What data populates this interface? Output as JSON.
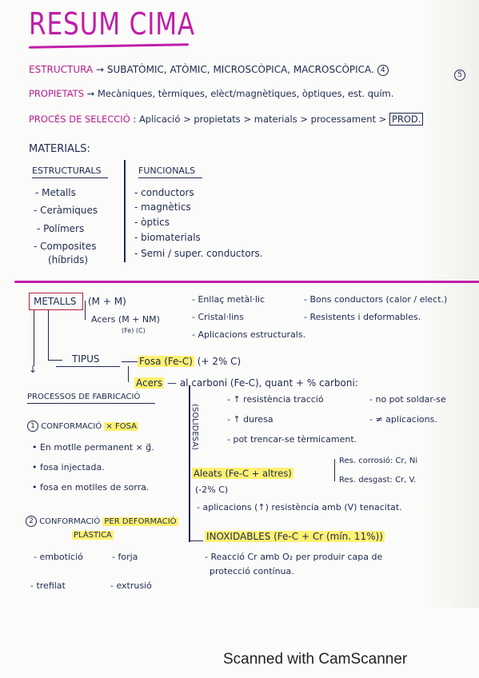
{
  "title": "RESUM CIMA",
  "header": {
    "estructura_label": "ESTRUCTURA",
    "estructura_text": "SUBATÒMIC, ATÒMIC, MICROSCÒPICA, MACROSCÒPICA.",
    "estructura_num": "4",
    "propietats_label": "PROPIETATS",
    "propietats_text": "Mecàniques, tèrmiques, elèct/magnètiques, òptiques, est. quím.",
    "propietats_num": "5",
    "proces_label": "PROCÉS DE SELECCIÓ",
    "proces_text": "Aplicació > propietats > materials > processament >",
    "proces_end": "PROD."
  },
  "materials": {
    "heading": "MATERIALS:",
    "col1_head": "ESTRUCTURALS",
    "col1": [
      "- Metalls",
      "- Ceràmiques",
      "- Polímers",
      "- Composites",
      "(híbrids)"
    ],
    "col2_head": "FUNCIONALS",
    "col2": [
      "- conductors",
      "- magnètics",
      "- òptics",
      "- biomaterials",
      "- Semi / super. conductors."
    ]
  },
  "metalls": {
    "label": "METALLS",
    "mm": "(M + M)",
    "acers": "Acers (M + NM)",
    "fec": "(Fe) (C)",
    "props": [
      "- Enllaç metàl·lic",
      "- Bons conductors (calor / elect.)",
      "- Cristal·lins",
      "- Resistents i deformables.",
      "- Aplicacions estructurals."
    ],
    "tipus": "TIPUS",
    "fosa": "Fosa (Fe-C)",
    "fosa_pct": "(+ 2% C)",
    "acers2": "Acers",
    "acers2_text": "al carboni (Fe-C), quant + % carboni:",
    "side_label": "(SOLIDESA)",
    "carboni_items": [
      "- ↑ resistència tracció",
      "- ↑ duresa",
      "- pot trencar-se tèrmicament."
    ],
    "carboni_right": [
      "- no pot soldar-se",
      "- ≠ aplicacions."
    ],
    "aleats": "Aleats (Fe-C + altres)",
    "aleats_pct": "(-2% C)",
    "aleats_right": [
      "Res. corrosió: Cr, Ni",
      "Res. desgast: Cr, V."
    ],
    "aleats_app": "- aplicacions (↑) resistència amb (V) tenacitat.",
    "inox": "INOXIDABLES (Fe-C + Cr (mín. 11%))",
    "inox_text1": "- Reacció Cr amb O₂ per produir capa de",
    "inox_text2": "protecció contínua."
  },
  "processos": {
    "heading": "PROCESSOS DE FABRICACIÓ",
    "step1_num": "1",
    "step1": "CONFORMACIÓ",
    "step1_hl": "× FOSA",
    "step1_items": [
      "• En motlle permanent × g⃗.",
      "• fosa injectada.",
      "• fosa en motlles de sorra."
    ],
    "step2_num": "2",
    "step2": "CONFORMACIÓ",
    "step2_hl": "PER DEFORMACIÓ",
    "step2_hl2": "PLÀSTICA",
    "step2_items": [
      "- embotició",
      "- forja",
      "- trefilat",
      "- extrusió"
    ]
  },
  "footer": "Scanned with CamScanner",
  "colors": {
    "magenta": "#c01ea8",
    "ink": "#1f2a52",
    "highlight": "#ffee5a",
    "red": "#b52040"
  }
}
